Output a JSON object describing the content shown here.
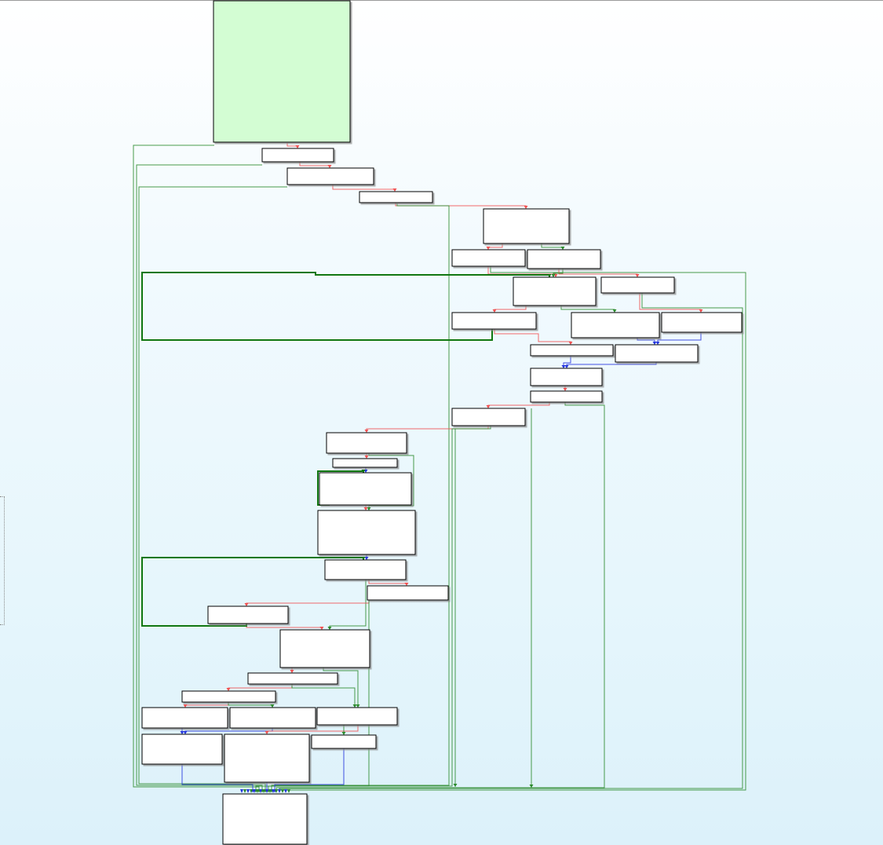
{
  "colors": {
    "node_fill": "#ffffff",
    "entry_fill": "#d3fdd3",
    "node_border": "#000000",
    "edge_true": "#2a8a2a",
    "edge_false": "#f05050",
    "edge_uncond": "#2233dd",
    "edge_loop": "#117711"
  },
  "graph": {
    "view": "control-flow-graph",
    "entry_node": "loc_entry",
    "exit_node": "loc_exit",
    "node_count": 46
  }
}
